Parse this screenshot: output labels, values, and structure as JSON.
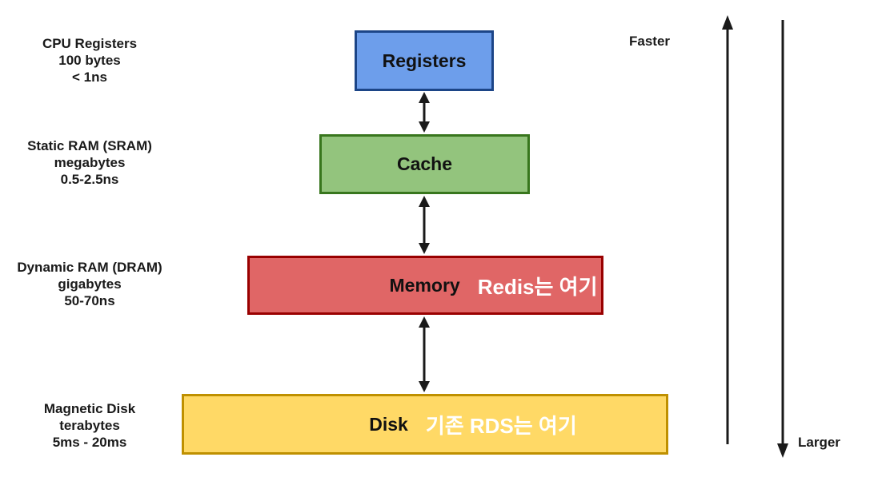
{
  "levels": [
    {
      "name": "registers",
      "box_label": "Registers",
      "annotation": "",
      "side_lines": [
        "CPU Registers",
        "100 bytes",
        "< 1ns"
      ],
      "fill": "#6D9EEB",
      "border": "#1C4587"
    },
    {
      "name": "cache",
      "box_label": "Cache",
      "annotation": "",
      "side_lines": [
        "Static RAM (SRAM)",
        "megabytes",
        "0.5-2.5ns"
      ],
      "fill": "#93C47D",
      "border": "#38761D"
    },
    {
      "name": "memory",
      "box_label": "Memory",
      "annotation": "Redis는 여기",
      "side_lines": [
        "Dynamic RAM (DRAM)",
        "gigabytes",
        "50-70ns"
      ],
      "fill": "#E06666",
      "border": "#990000"
    },
    {
      "name": "disk",
      "box_label": "Disk",
      "annotation": "기존 RDS는 여기",
      "side_lines": [
        "Magnetic Disk",
        "terabytes",
        "5ms - 20ms"
      ],
      "fill": "#FFD966",
      "border": "#BF9000"
    }
  ],
  "axis": {
    "up_label": "Faster",
    "down_label": "Larger",
    "line_color": "#1a1a1a"
  },
  "annotation_text_color": "#ffffff"
}
